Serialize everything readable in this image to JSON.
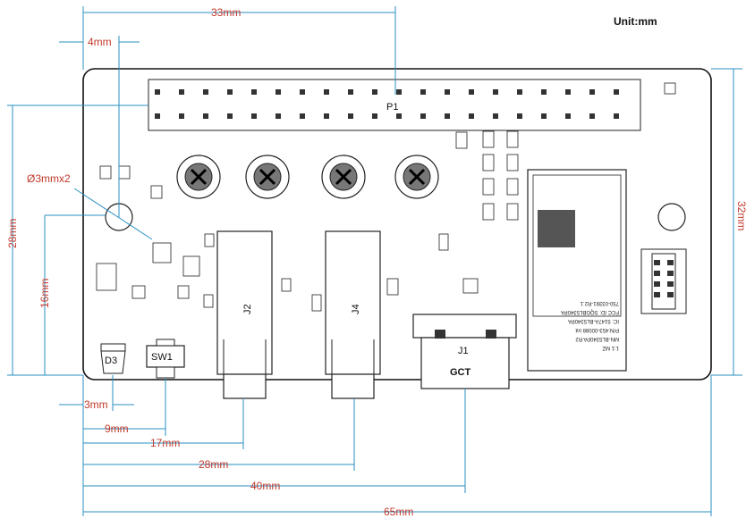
{
  "unit_label": "Unit:mm",
  "dimensions": {
    "width_33": "33mm",
    "width_4": "4mm",
    "hole": "Ø3mmx2",
    "height_28": "28mm",
    "height_16": "16mm",
    "height_32": "32mm",
    "width_3": "3mm",
    "width_9": "9mm",
    "width_17": "17mm",
    "width_28": "28mm",
    "width_40": "40mm",
    "width_65": "65mm"
  },
  "components": {
    "header": "P1",
    "jack_left": "J2",
    "jack_right": "J4",
    "usb": "J1",
    "usb_brand": "GCT",
    "switch": "SW1",
    "led": "D3"
  },
  "module_text": [
    "1:1 MZ",
    "MN-BL5340PA  R2",
    "P/N:453-00088  Int",
    "IC: 5147A-BL5340PA",
    "FCC ID: SQGBL5340PA",
    "750-03391-R2.1"
  ]
}
